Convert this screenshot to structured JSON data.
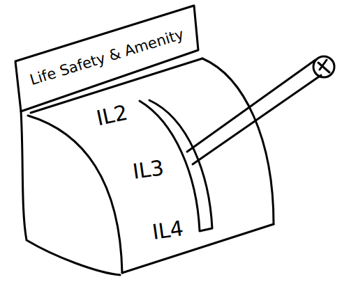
{
  "diagram": {
    "nodes": [
      {
        "text": [
          "Life Safety & Amenity"
        ]
      }
    ],
    "labels": [
      "IL2",
      "IL3",
      "IL4"
    ]
  }
}
